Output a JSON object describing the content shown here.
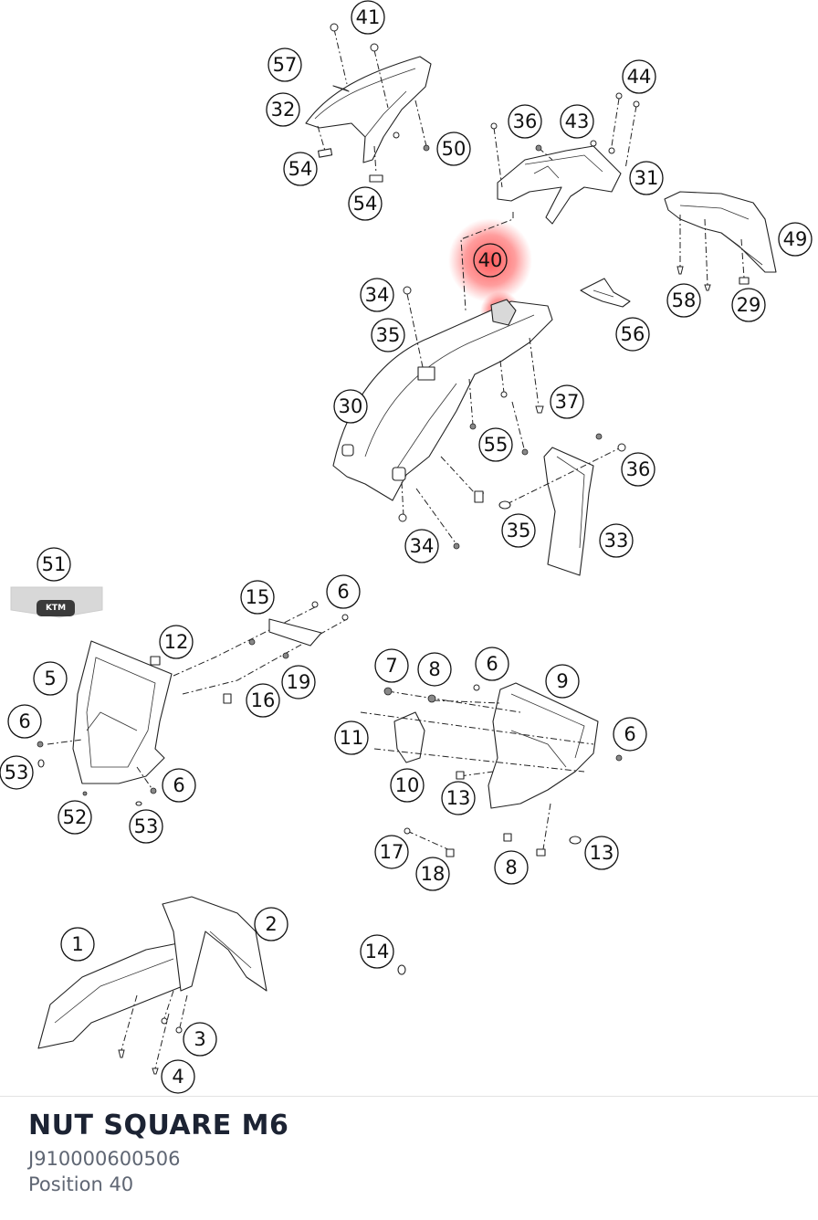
{
  "diagram": {
    "highlight_color": "#ff0000",
    "highlighted_callout": "40",
    "callouts": [
      "41",
      "57",
      "32",
      "54",
      "54",
      "50",
      "44",
      "36",
      "43",
      "31",
      "49",
      "40",
      "34",
      "35",
      "56",
      "58",
      "29",
      "37",
      "30",
      "55",
      "36",
      "34",
      "35",
      "33",
      "51",
      "15",
      "6",
      "12",
      "5",
      "19",
      "16",
      "6",
      "53",
      "6",
      "52",
      "53",
      "7",
      "8",
      "6",
      "9",
      "11",
      "6",
      "10",
      "13",
      "17",
      "18",
      "8",
      "13",
      "1",
      "2",
      "14",
      "3",
      "4"
    ]
  },
  "selected_part": {
    "name": "NUT SQUARE M6",
    "number": "J910000600506",
    "position": "Position 40"
  },
  "colors": {
    "title": "#1c2333",
    "meta": "#5f6673"
  }
}
